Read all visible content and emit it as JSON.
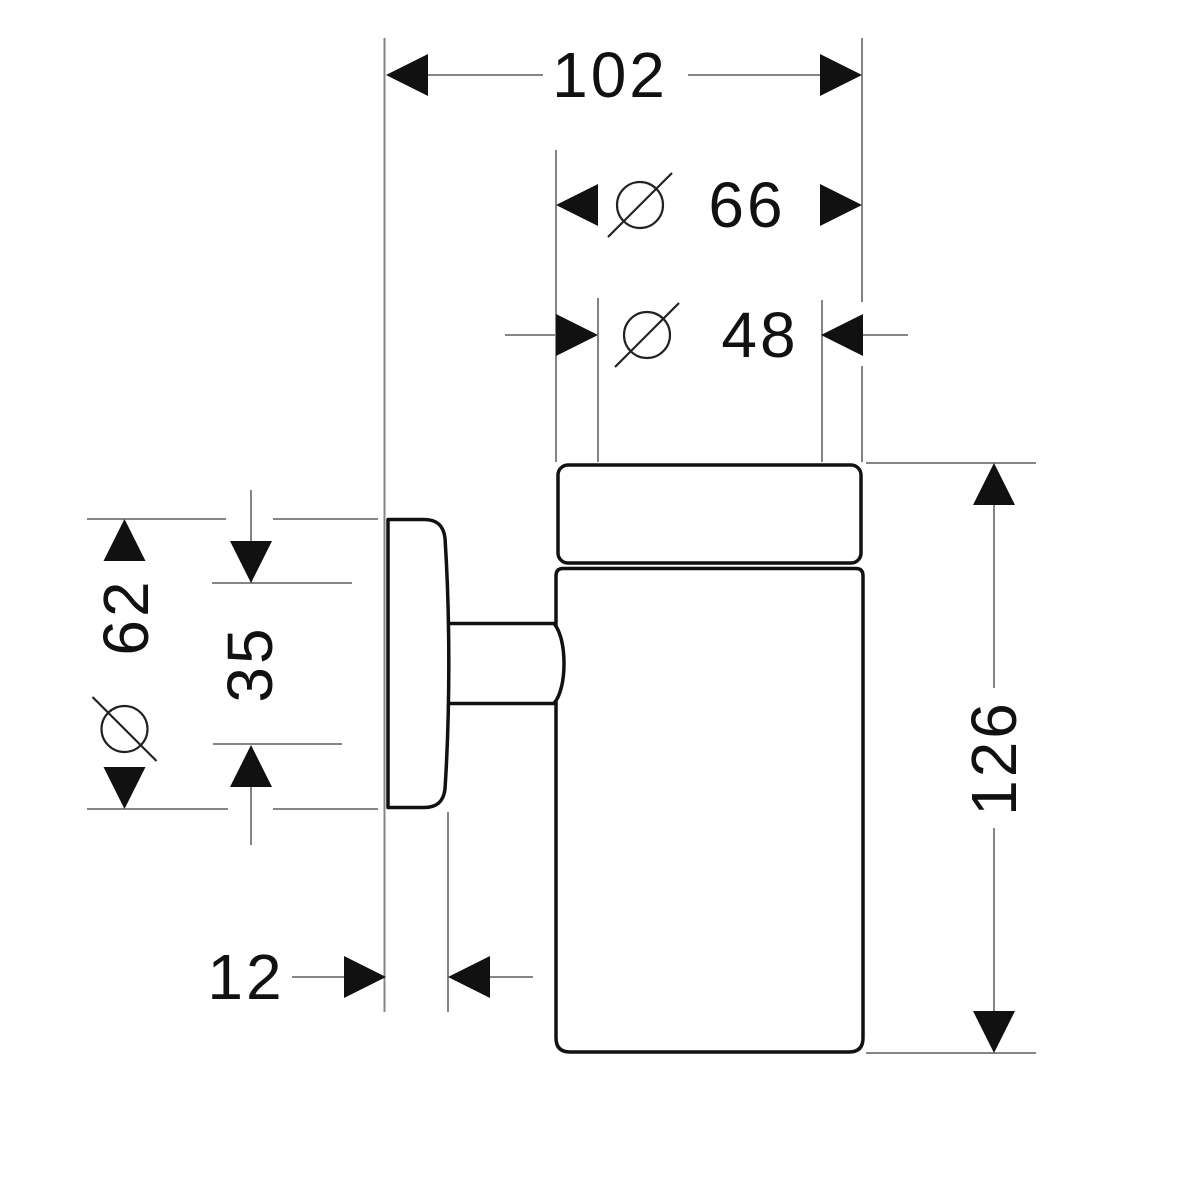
{
  "drawing": {
    "type": "technical-dimension-drawing",
    "subject": "wall-mounted tumbler holder, side elevation",
    "units": "mm",
    "diameter_symbol": "Ø",
    "dimensions": {
      "overall_depth": "102",
      "holder_outer_diameter": "66",
      "holder_inner_diameter": "48",
      "wall_plate_diameter": "62",
      "mounting_spacing": "35",
      "wall_plate_thickness": "12",
      "overall_height": "126"
    },
    "diameter_dimensions": [
      "66",
      "48",
      "62"
    ]
  },
  "colors": {
    "background": "#ffffff",
    "product_outline": "#111111",
    "dimension_lines": "#858585",
    "dimension_text": "#111111"
  }
}
